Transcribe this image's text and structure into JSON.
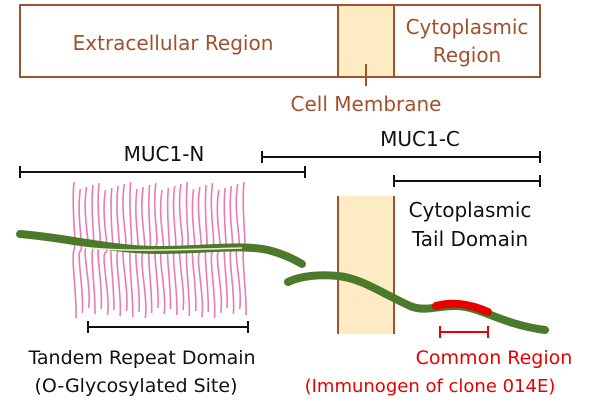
{
  "regions": {
    "extracellular": "Extracellular Region",
    "cytoplasmic_line1": "Cytoplasmic",
    "cytoplasmic_line2": "Region",
    "membrane": "Cell Membrane"
  },
  "subunits": {
    "muc1_n": "MUC1-N",
    "muc1_c": "MUC1-C"
  },
  "domains": {
    "tail_line1": "Cytoplasmic",
    "tail_line2": "Tail Domain",
    "tandem_line1": "Tandem Repeat Domain",
    "tandem_line2": "(O-Glycosylated Site)",
    "common_line1": "Common Region",
    "common_line2": "(Immunogen of clone 014E)"
  },
  "colors": {
    "region_border": "#a0522d",
    "membrane_fill": "#fdebc4",
    "protein_chain": "#4a7a2a",
    "glycan": "#e97bb0",
    "common_region": "#e60000"
  }
}
